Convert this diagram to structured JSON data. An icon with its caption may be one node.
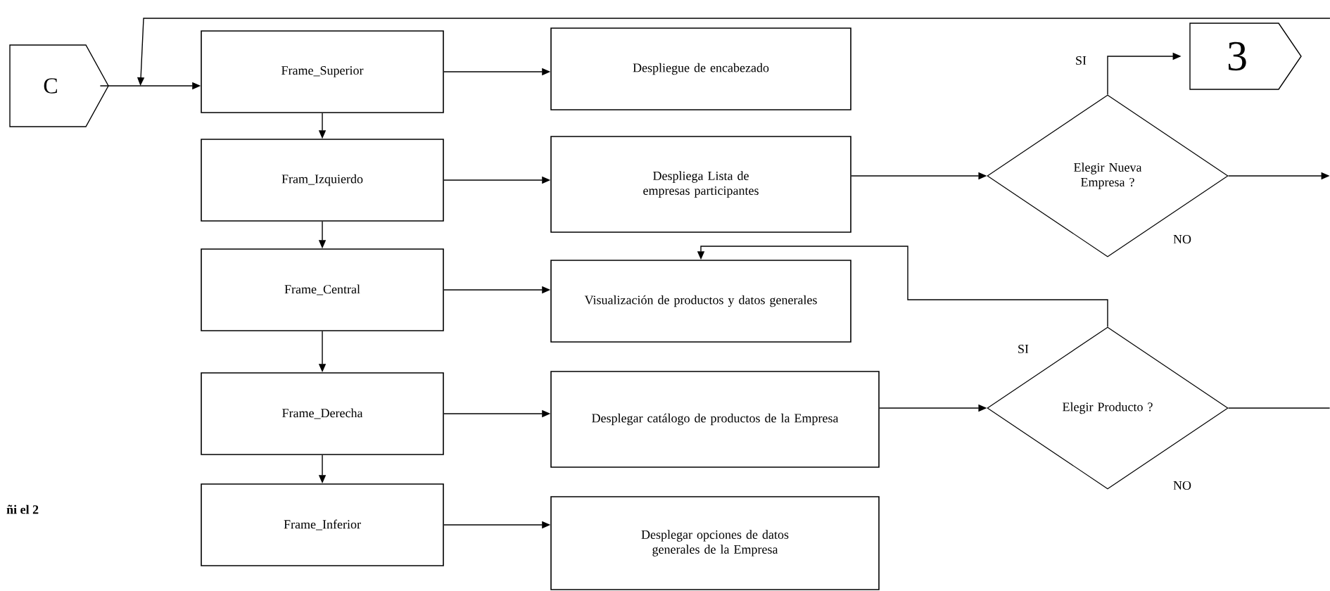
{
  "diagram": {
    "nodes": [
      {
        "text": [
          "C"
        ]
      },
      {
        "text": [
          "Frame_Superior"
        ]
      },
      {
        "text": [
          "Fram_Izquierdo"
        ]
      },
      {
        "text": [
          "Frame_Central"
        ]
      },
      {
        "text": [
          "Frame_Derecha"
        ]
      },
      {
        "text": [
          "Frame_Inferior"
        ]
      },
      {
        "text": [
          "Despliegue de encabezado"
        ]
      },
      {
        "text": [
          "Despliega Lista de empresas participantes"
        ]
      },
      {
        "text": [
          "Visualización de productos y datos generales"
        ]
      },
      {
        "text": [
          "Desplegar catálogo de productos de la Empresa"
        ]
      },
      {
        "text": [
          "Desplegar opciones de datos generales de la Empresa"
        ]
      },
      {
        "text": [
          "Elegir Nueva Empresa ?"
        ]
      },
      {
        "text": [
          "3"
        ]
      },
      {
        "text": [
          "Elegir Producto ?"
        ]
      }
    ],
    "edges": [
      {
        "from": 0,
        "to": 1,
        "arrow": "to"
      },
      {
        "from": 1,
        "to": 2,
        "arrow": "to"
      },
      {
        "from": 2,
        "to": 3,
        "arrow": "to"
      },
      {
        "from": 3,
        "to": 4,
        "arrow": "to"
      },
      {
        "from": 4,
        "to": 5,
        "arrow": "to"
      },
      {
        "from": 1,
        "to": 6,
        "arrow": "to"
      },
      {
        "from": 2,
        "to": 7,
        "arrow": "to"
      },
      {
        "from": 3,
        "to": 8,
        "arrow": "to"
      },
      {
        "from": 4,
        "to": 9,
        "arrow": "to"
      },
      {
        "from": 5,
        "to": 10,
        "arrow": "to"
      },
      {
        "from": 7,
        "to": 11,
        "arrow": "to"
      },
      {
        "from": 11,
        "to": 12,
        "arrow": "to"
      },
      {
        "from": 11,
        "to": null,
        "arrow": "to"
      },
      {
        "from": 9,
        "to": 13,
        "arrow": "to"
      },
      {
        "from": 13,
        "to": 8,
        "arrow": "to"
      },
      {
        "from": 13,
        "to": null,
        "arrow": "none"
      },
      {
        "from": null,
        "to": 1,
        "arrow": "to"
      }
    ],
    "labels": [
      "SI",
      "NO",
      "SI",
      "NO",
      "ñi el 2"
    ]
  }
}
